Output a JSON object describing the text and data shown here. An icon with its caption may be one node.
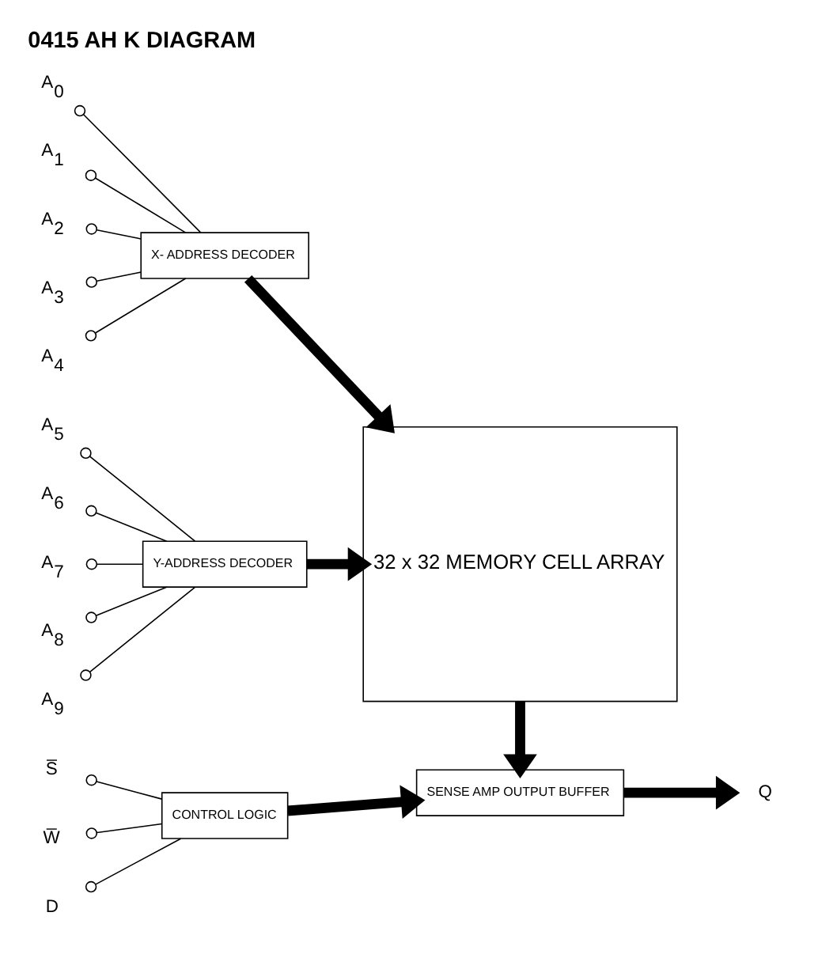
{
  "diagram": {
    "title": "0415 AH K DIAGRAM",
    "nodes": [
      {
        "text": [
          "A$_{5}$"
        ]
      },
      {
        "text": [
          "A$_{6}$"
        ]
      },
      {
        "text": [
          "A$_{7}$"
        ]
      },
      {
        "text": [
          "A$_{8}$"
        ]
      },
      {
        "text": [
          "A$_{9}$"
        ]
      },
      {
        "text": [
          "Y-ADDRESS DECODER"
        ]
      },
      {
        "text": [
          "A$_{0}$"
        ]
      },
      {
        "text": [
          "A$_{1}$"
        ]
      },
      {
        "text": [
          "A$_{2}$"
        ]
      },
      {
        "text": [
          "A$_{3}$"
        ]
      },
      {
        "text": [
          "A$_{4}$"
        ]
      },
      {
        "text": [
          "X- ADDRESS DECODER"
        ]
      },
      {
        "text": [
          "32 x 32 MEMORY CELL ARRAY"
        ]
      },
      {
        "text": [
          "S̅"
        ]
      },
      {
        "text": [
          "W̅"
        ]
      },
      {
        "text": [
          "D"
        ]
      },
      {
        "text": [
          "CONTROL LOGIC"
        ]
      },
      {
        "text": [
          "SENSE AMP OUTPUT BUFFER"
        ]
      },
      {
        "text": [
          "Q"
        ]
      }
    ],
    "edges": [
      {
        "from": 0,
        "to": 5,
        "arrow": "other"
      },
      {
        "from": 1,
        "to": 5,
        "arrow": "other"
      },
      {
        "from": 2,
        "to": 5,
        "arrow": "other"
      },
      {
        "from": 3,
        "to": 5,
        "arrow": "other"
      },
      {
        "from": 4,
        "to": 5,
        "arrow": "other"
      },
      {
        "from": 6,
        "to": 11,
        "arrow": "other"
      },
      {
        "from": 7,
        "to": 11,
        "arrow": "other"
      },
      {
        "from": 8,
        "to": 11,
        "arrow": "other"
      },
      {
        "from": 9,
        "to": 11,
        "arrow": "other"
      },
      {
        "from": 10,
        "to": 11,
        "arrow": "other"
      },
      {
        "from": 13,
        "to": 16,
        "arrow": "other"
      },
      {
        "from": 14,
        "to": 16,
        "arrow": "other"
      },
      {
        "from": 15,
        "to": 16,
        "arrow": "other"
      },
      {
        "from": 5,
        "to": 12,
        "arrow": "to",
        "style": "thick"
      },
      {
        "from": 11,
        "to": 12,
        "arrow": "to",
        "style": "thick"
      },
      {
        "from": 12,
        "to": 17,
        "arrow": "to",
        "style": "thick"
      },
      {
        "from": 16,
        "to": 17,
        "arrow": "to",
        "style": "thick"
      },
      {
        "from": 17,
        "to": 18,
        "arrow": "to",
        "style": "thick"
      }
    ]
  }
}
